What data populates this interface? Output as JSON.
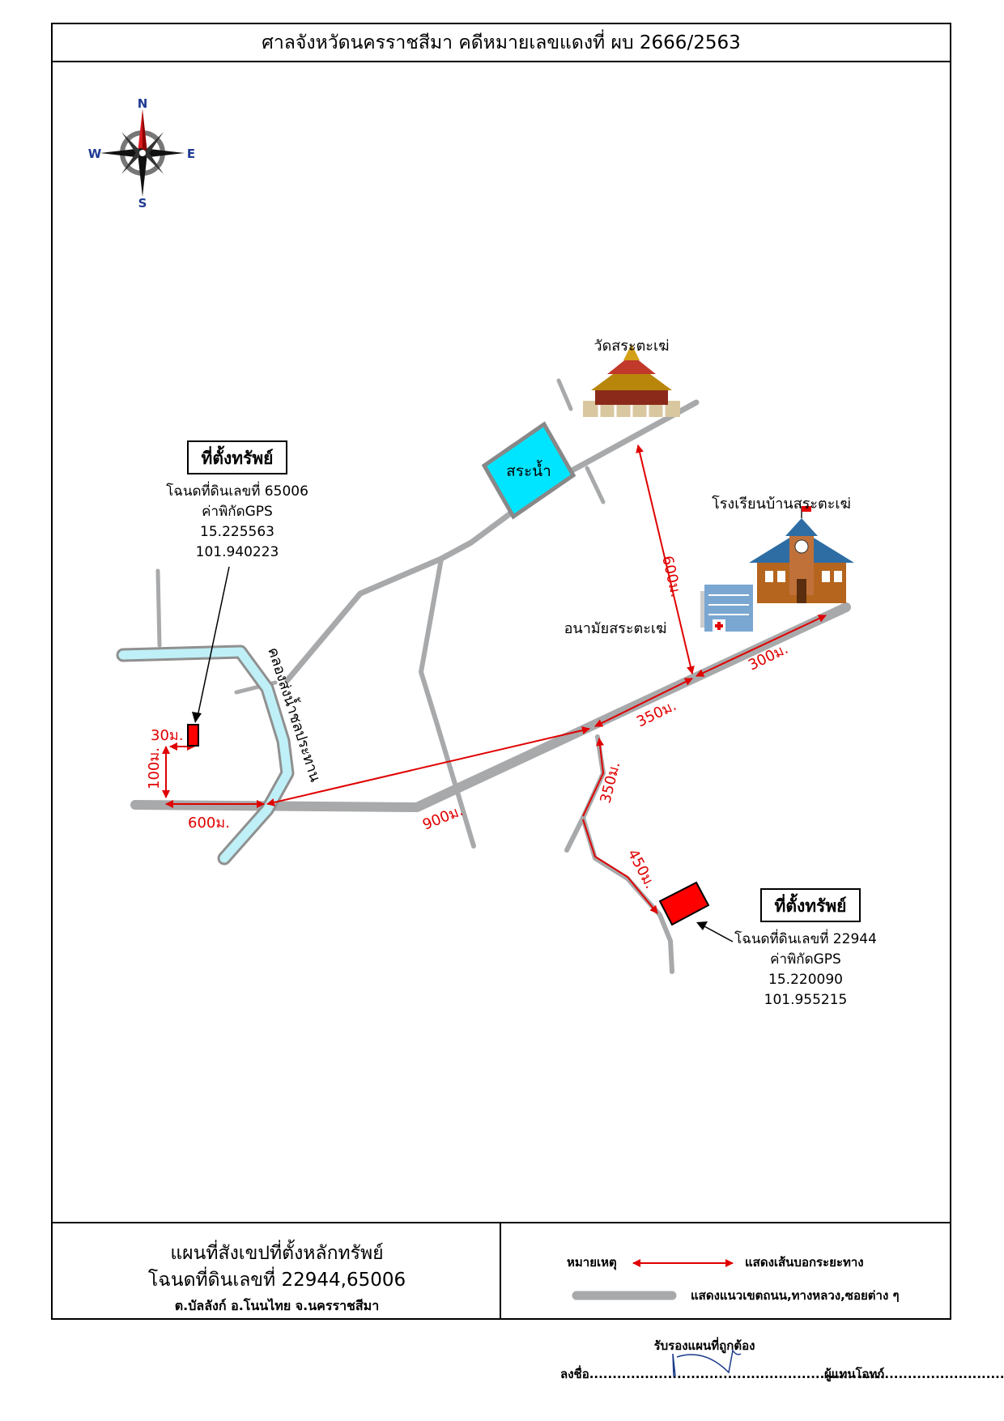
{
  "header": {
    "title": "ศาลจังหวัดนครราชสีมา คดีหมายเลขแดงที่ ผบ 2666/2563"
  },
  "compass": {
    "n": "N",
    "s": "S",
    "e": "E",
    "w": "W"
  },
  "landmarks": {
    "temple": "วัดสระตะเฆ่",
    "pond": "สระน้ำ",
    "school": "โรงเรียนบ้านสระตะเฆ่",
    "health_center": "อนามัยสระตะเฆ่",
    "canal": "คลองส่งน้ำชลประทาน"
  },
  "property_left": {
    "heading": "ที่ตั้งทรัพย์",
    "deed": "โฉนดที่ดินเลขที่ 65006",
    "gps_label": "ค่าพิกัดGPS",
    "lat": "15.225563",
    "lon": "101.940223"
  },
  "property_right": {
    "heading": "ที่ตั้งทรัพย์",
    "deed": "โฉนดที่ดินเลขที่ 22944",
    "gps_label": "ค่าพิกัดGPS",
    "lat": "15.220090",
    "lon": "101.955215"
  },
  "distances": {
    "d600_vertical": "600ม.",
    "d300": "300ม.",
    "d350_main": "350ม.",
    "d900": "900ม.",
    "d600": "600ม.",
    "d100": "100ม.",
    "d30": "30ม.",
    "d350_branch": "350ม.",
    "d450": "450ม."
  },
  "footer": {
    "title_line1": "แผนที่สังเขปที่ตั้งหลักทรัพย์",
    "title_line2": "โฉนดที่ดินเลขที่ 22944,65006",
    "location": "ต.บัลลังก์  อ.โนนไทย  จ.นครราชสีมา",
    "legend_title": "หมายเหตุ",
    "legend_arrow": "แสดงเส้นบอกระยะทาง",
    "legend_road": "แสดงแนวเขตถนน,ทางหลวง,ซอยต่าง ๆ"
  },
  "certification": {
    "text": "รับรองแผนที่ถูกต้อง",
    "sign_prefix": "ลงชื่อ...............................................................................................",
    "sign_suffix": "ผู้แทนโจทก์"
  },
  "colors": {
    "road": "#a7a9ab",
    "arrow": "#e00000",
    "canal": "#bff0f7",
    "pond": "#00e5ff",
    "property": "#ff0000"
  }
}
